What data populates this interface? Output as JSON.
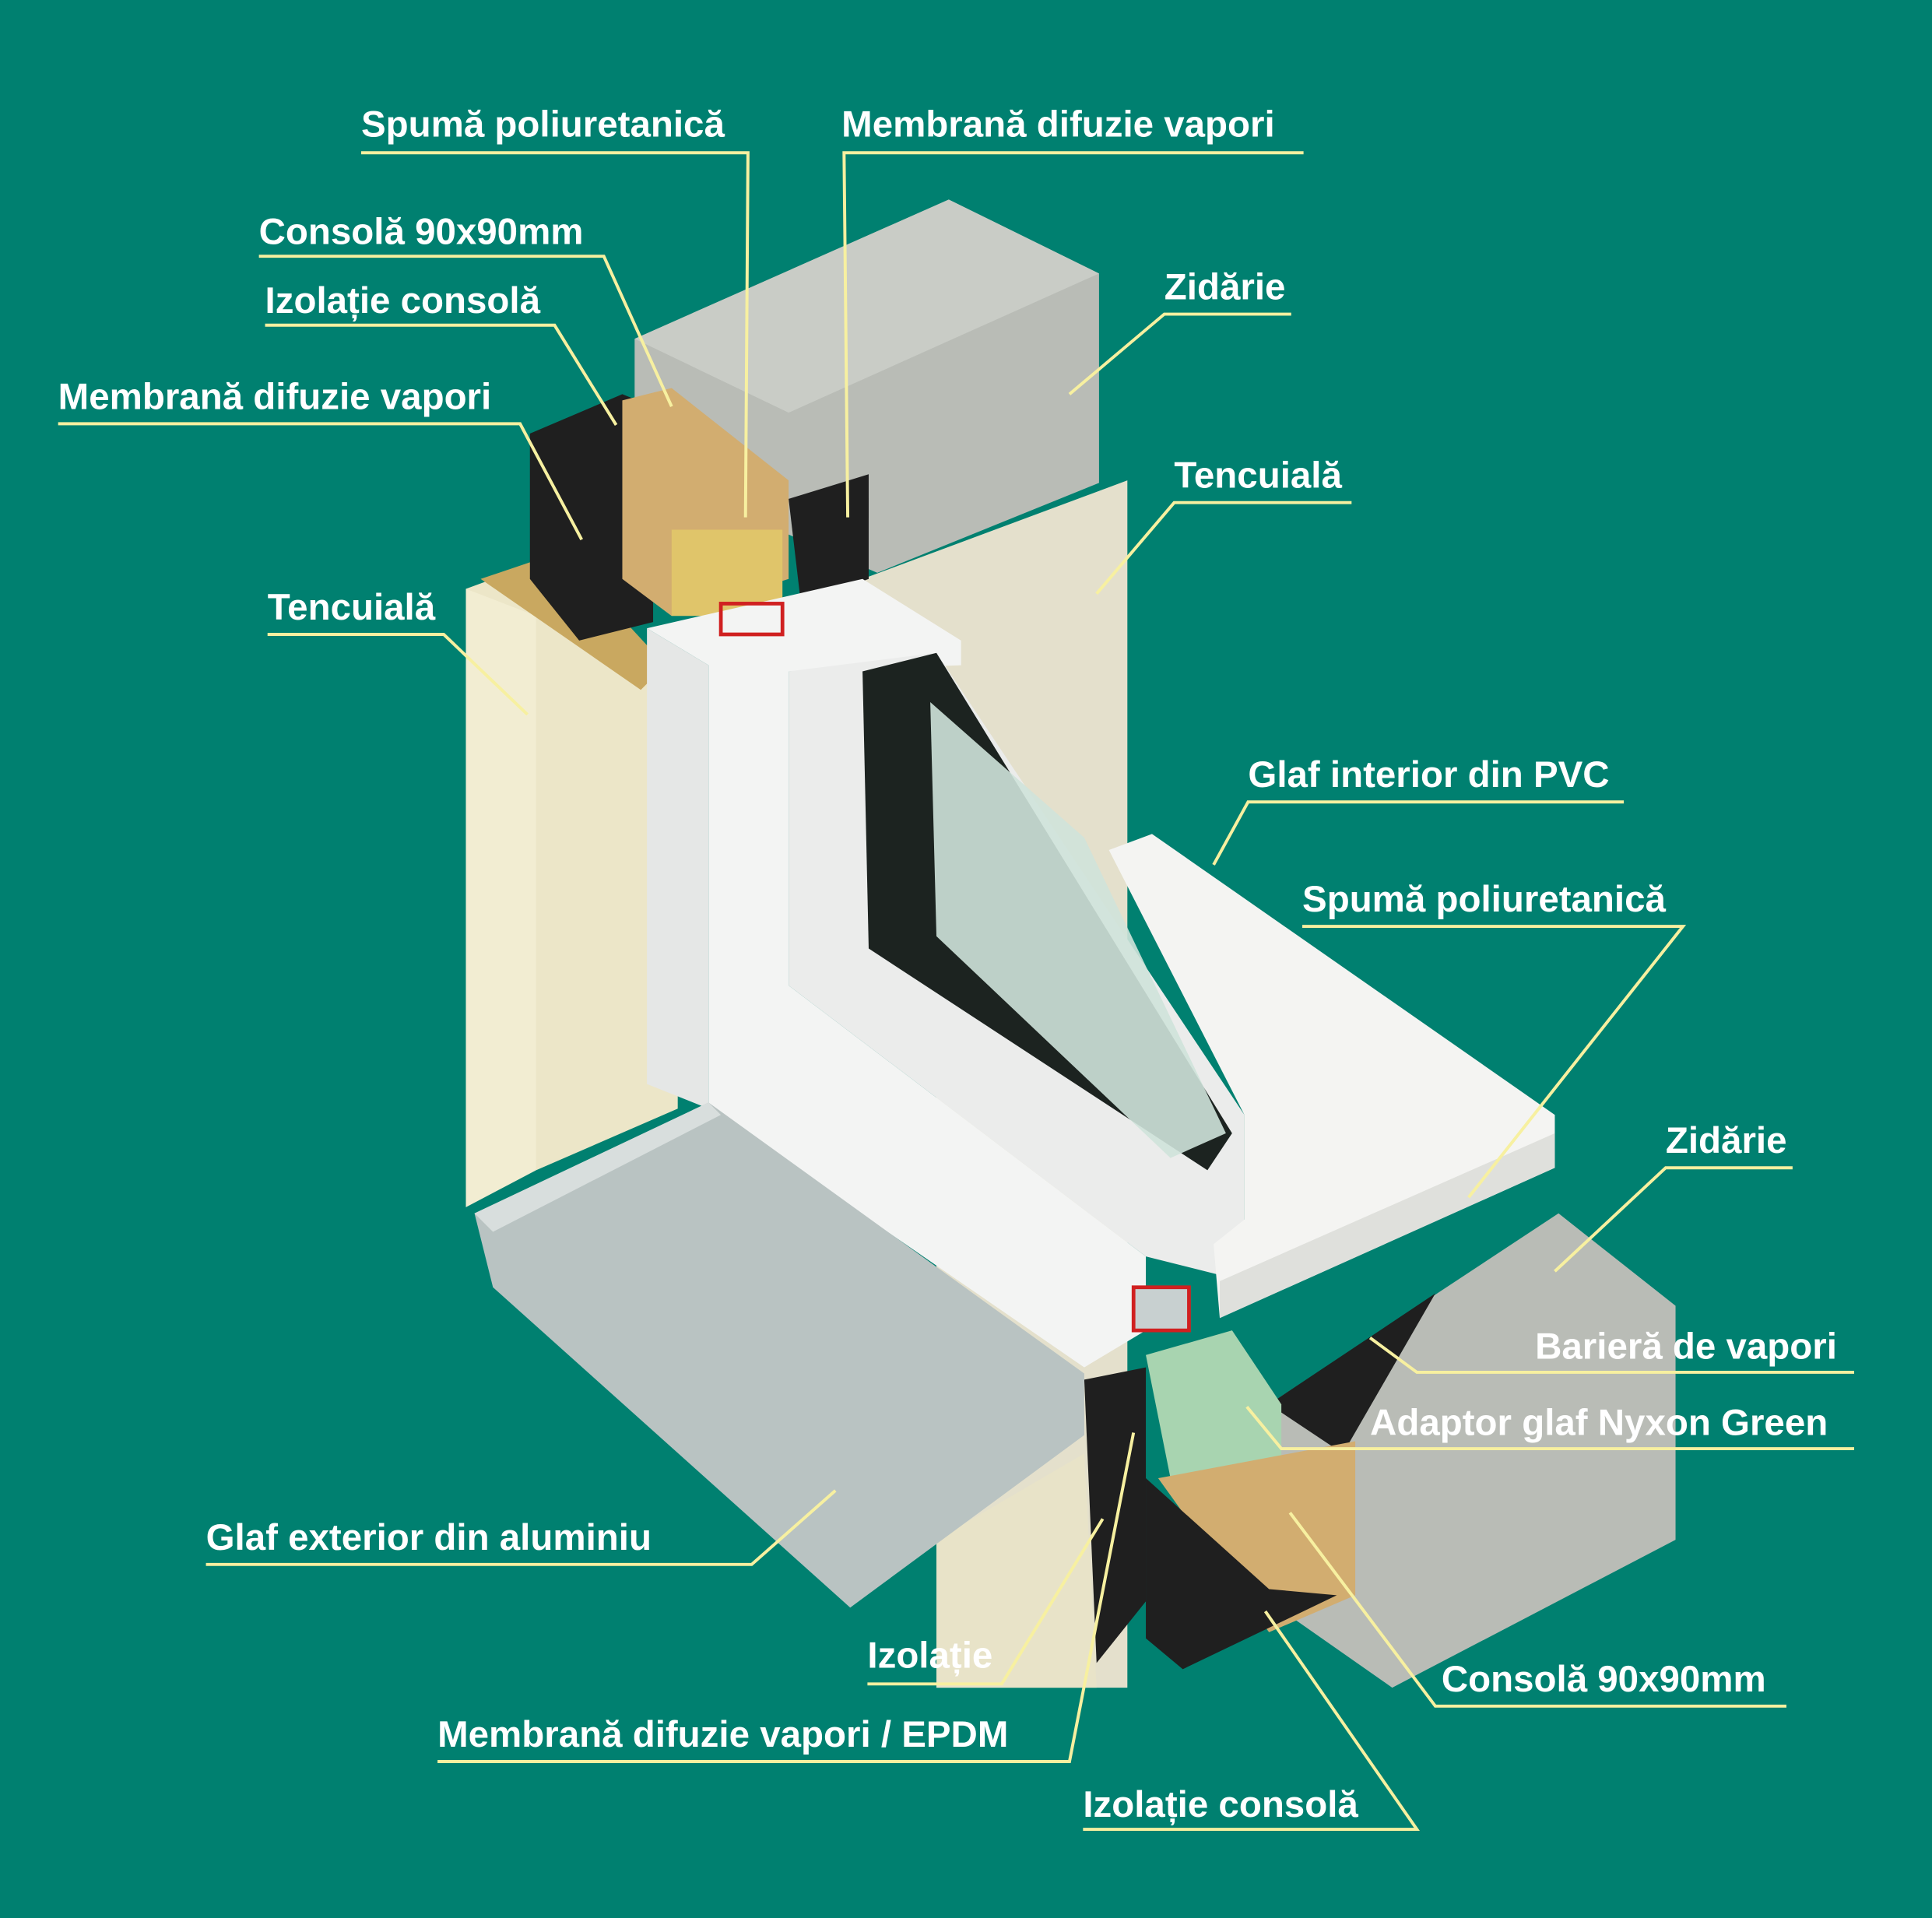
{
  "colors": {
    "background": "#008070",
    "leader": "#f7f0a0",
    "text": "#ffffff"
  },
  "labels": {
    "spuma_top": "Spumă poliuretanică",
    "membrana_top": "Membrană difuzie vapori",
    "consola_top": "Consolă 90x90mm",
    "izolatie_consola_top": "Izolație consolă",
    "membrana_left": "Membrană difuzie vapori",
    "zidarie_top": "Zidărie",
    "tencuiala_right": "Tencuială",
    "tencuiala_left": "Tencuială",
    "glaf_interior": "Glaf interior din PVC",
    "spuma_right": "Spumă poliuretanică",
    "zidarie_right": "Zidărie",
    "bariera": "Barieră de vapori",
    "adaptor": "Adaptor glaf Nyxon Green",
    "glaf_exterior": "Glaf exterior din aluminiu",
    "izolatie": "Izolație",
    "membrana_epdm": "Membrană difuzie vapori / EPDM",
    "consola_bottom": "Consolă 90x90mm",
    "izolatie_consola_bottom": "Izolație consolă"
  }
}
